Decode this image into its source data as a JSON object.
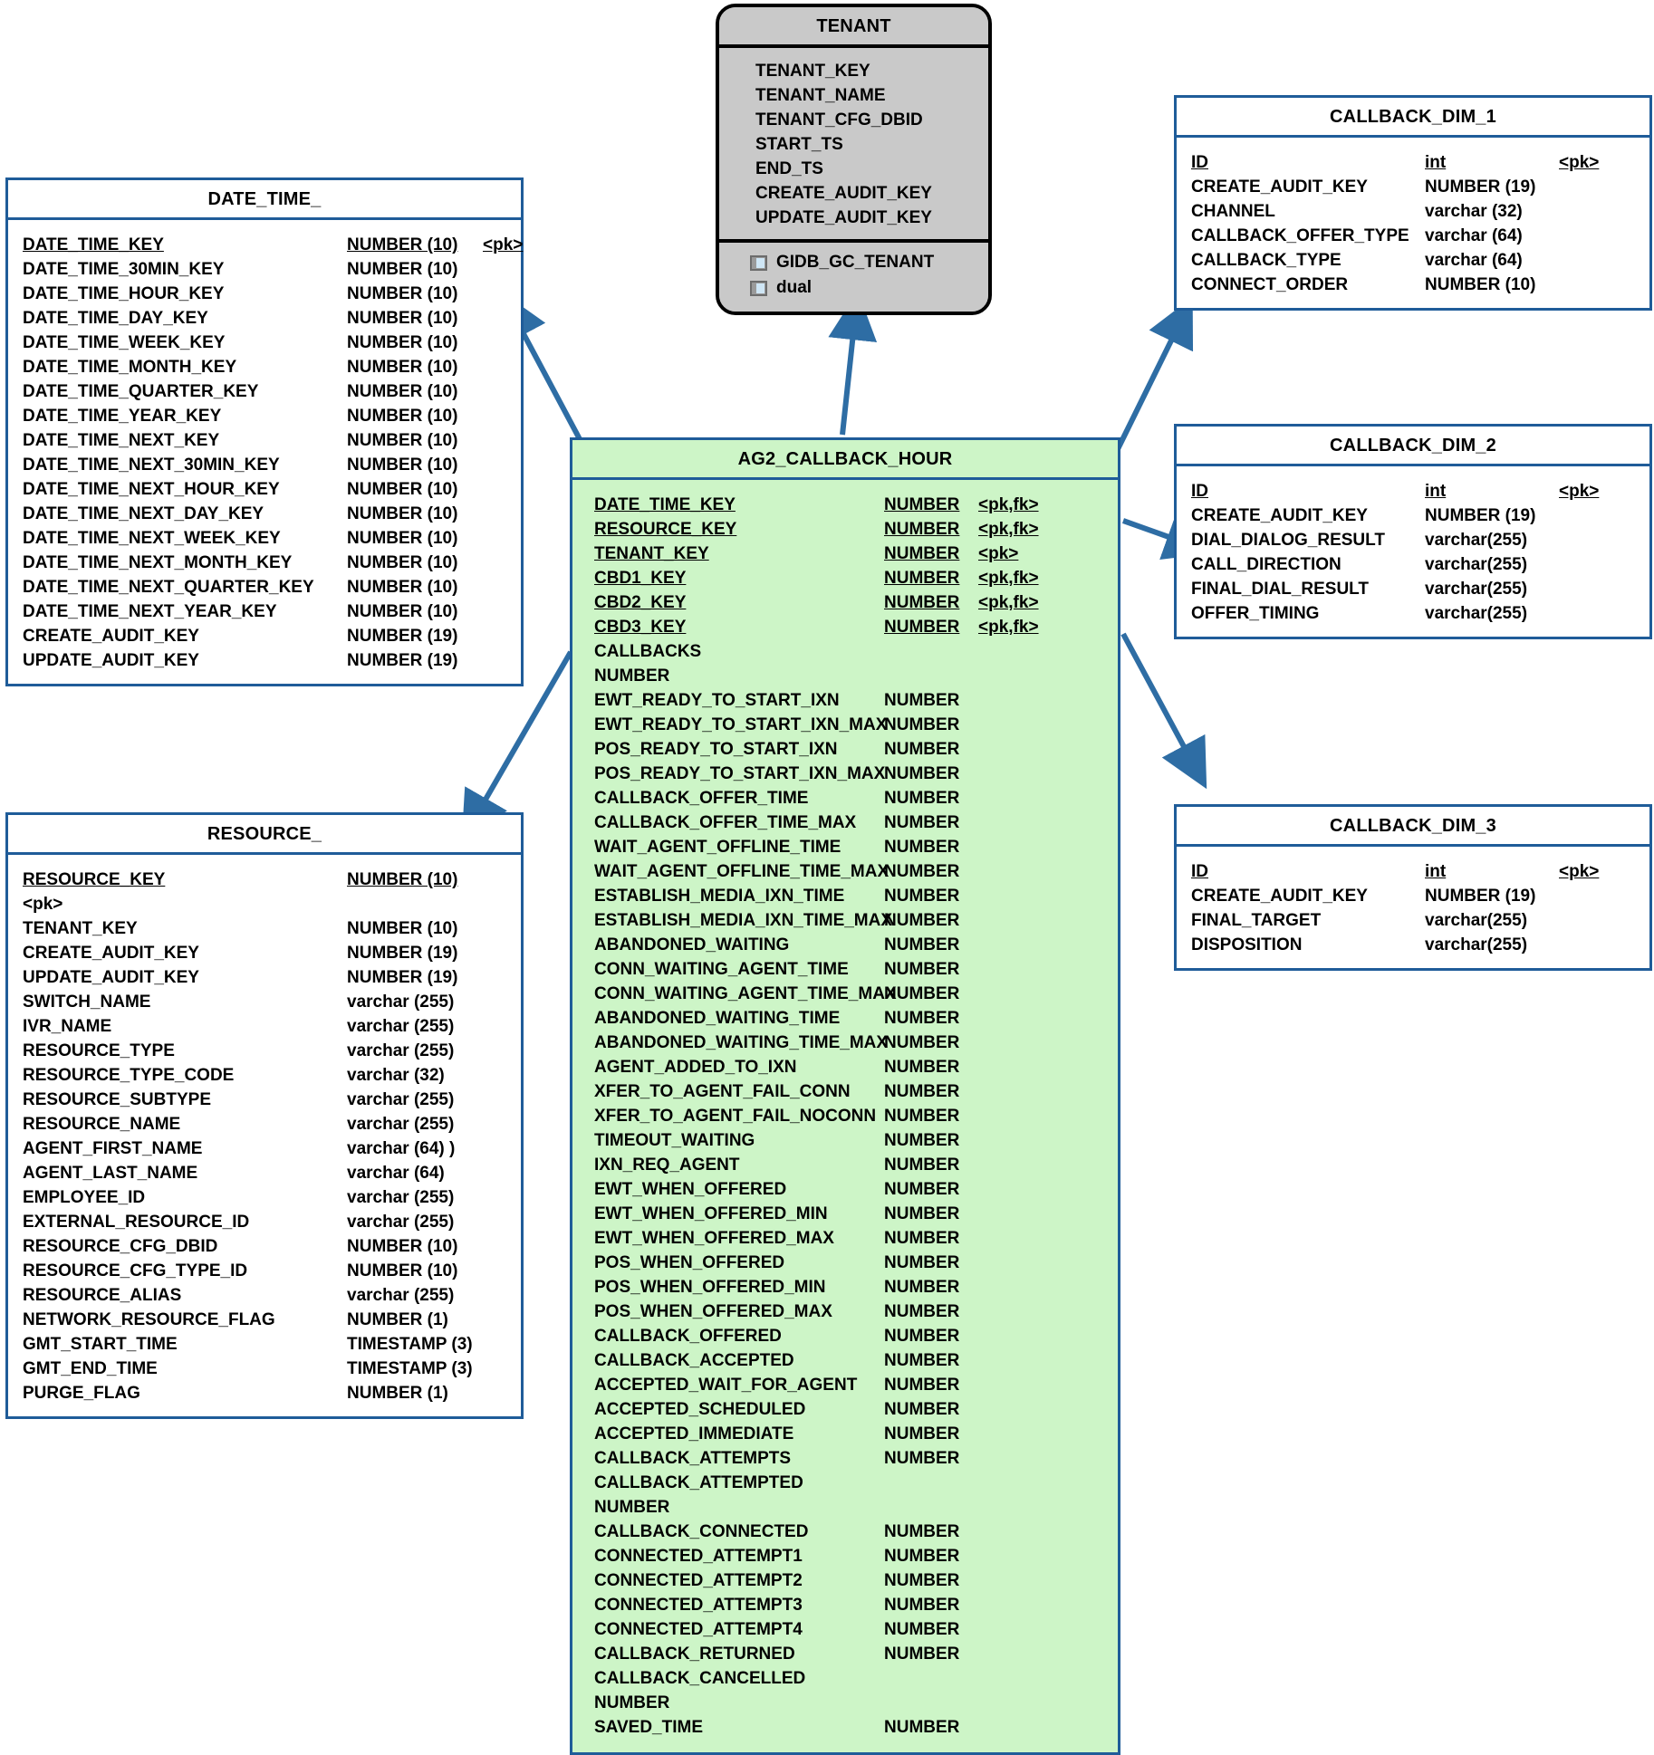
{
  "diagram": {
    "title": "AG2_CALLBACK_HOUR star schema",
    "colors": {
      "entity_border": "#1F5C99",
      "fact_fill": "#CDF5C7",
      "tenant_fill": "#C9C9C9",
      "link_stroke": "#2E6DA4",
      "background": "#FFFFFF"
    }
  },
  "entities": {
    "date_time": {
      "name": "DATE_TIME_",
      "columns": [
        {
          "name": "DATE_TIME_KEY",
          "type": "NUMBER (10)",
          "key": "<pk>",
          "pk": true
        },
        {
          "name": "DATE_TIME_30MIN_KEY",
          "type": "NUMBER (10)",
          "key": ""
        },
        {
          "name": "DATE_TIME_HOUR_KEY",
          "type": "NUMBER (10)",
          "key": ""
        },
        {
          "name": "DATE_TIME_DAY_KEY",
          "type": "NUMBER (10)",
          "key": ""
        },
        {
          "name": "DATE_TIME_WEEK_KEY",
          "type": "NUMBER (10)",
          "key": ""
        },
        {
          "name": "DATE_TIME_MONTH_KEY",
          "type": "NUMBER (10)",
          "key": ""
        },
        {
          "name": "DATE_TIME_QUARTER_KEY",
          "type": "NUMBER (10)",
          "key": ""
        },
        {
          "name": "DATE_TIME_YEAR_KEY",
          "type": "NUMBER (10)",
          "key": ""
        },
        {
          "name": "DATE_TIME_NEXT_KEY",
          "type": "NUMBER (10)",
          "key": ""
        },
        {
          "name": "DATE_TIME_NEXT_30MIN_KEY",
          "type": "NUMBER (10)",
          "key": ""
        },
        {
          "name": "DATE_TIME_NEXT_HOUR_KEY",
          "type": "NUMBER (10)",
          "key": ""
        },
        {
          "name": "DATE_TIME_NEXT_DAY_KEY",
          "type": "NUMBER (10)",
          "key": ""
        },
        {
          "name": "DATE_TIME_NEXT_WEEK_KEY",
          "type": "NUMBER (10)",
          "key": ""
        },
        {
          "name": "DATE_TIME_NEXT_MONTH_KEY",
          "type": "NUMBER (10)",
          "key": ""
        },
        {
          "name": "DATE_TIME_NEXT_QUARTER_KEY",
          "type": "NUMBER (10)",
          "key": ""
        },
        {
          "name": "DATE_TIME_NEXT_YEAR_KEY",
          "type": "NUMBER (10)",
          "key": ""
        },
        {
          "name": "CREATE_AUDIT_KEY",
          "type": "NUMBER (19)",
          "key": ""
        },
        {
          "name": "UPDATE_AUDIT_KEY",
          "type": "NUMBER (19)",
          "key": ""
        }
      ]
    },
    "resource": {
      "name": "RESOURCE_",
      "columns": [
        {
          "name": "RESOURCE_KEY",
          "type": "NUMBER (10)",
          "key": "",
          "pk": true
        },
        {
          "name": "<pk>",
          "type": "",
          "key": "",
          "contd": true
        },
        {
          "name": "TENANT_KEY",
          "type": "NUMBER (10)",
          "key": ""
        },
        {
          "name": "CREATE_AUDIT_KEY",
          "type": "NUMBER (19)",
          "key": ""
        },
        {
          "name": "UPDATE_AUDIT_KEY",
          "type": "NUMBER (19)",
          "key": ""
        },
        {
          "name": "SWITCH_NAME",
          "type": "varchar (255)",
          "key": ""
        },
        {
          "name": "IVR_NAME",
          "type": "varchar (255)",
          "key": ""
        },
        {
          "name": "RESOURCE_TYPE",
          "type": "varchar (255)",
          "key": ""
        },
        {
          "name": "RESOURCE_TYPE_CODE",
          "type": "varchar (32)",
          "key": ""
        },
        {
          "name": "RESOURCE_SUBTYPE",
          "type": "varchar (255)",
          "key": ""
        },
        {
          "name": "RESOURCE_NAME",
          "type": "varchar (255)",
          "key": ""
        },
        {
          "name": "AGENT_FIRST_NAME",
          "type": "varchar (64) )",
          "key": ""
        },
        {
          "name": "AGENT_LAST_NAME",
          "type": "varchar (64)",
          "key": ""
        },
        {
          "name": "EMPLOYEE_ID",
          "type": "varchar (255)",
          "key": ""
        },
        {
          "name": "EXTERNAL_RESOURCE_ID",
          "type": "varchar (255)",
          "key": ""
        },
        {
          "name": "RESOURCE_CFG_DBID",
          "type": "NUMBER (10)",
          "key": ""
        },
        {
          "name": "RESOURCE_CFG_TYPE_ID",
          "type": "NUMBER (10)",
          "key": ""
        },
        {
          "name": "RESOURCE_ALIAS",
          "type": "varchar (255)",
          "key": ""
        },
        {
          "name": "NETWORK_RESOURCE_FLAG",
          "type": "NUMBER (1)",
          "key": ""
        },
        {
          "name": "GMT_START_TIME",
          "type": "TIMESTAMP (3)",
          "key": ""
        },
        {
          "name": "GMT_END_TIME",
          "type": "TIMESTAMP (3)",
          "key": ""
        },
        {
          "name": "PURGE_FLAG",
          "type": "NUMBER (1)",
          "key": ""
        }
      ]
    },
    "tenant": {
      "name": "TENANT",
      "columns": [
        {
          "name": "TENANT_KEY"
        },
        {
          "name": "TENANT_NAME"
        },
        {
          "name": "TENANT_CFG_DBID"
        },
        {
          "name": "START_TS"
        },
        {
          "name": "END_TS"
        },
        {
          "name": "CREATE_AUDIT_KEY"
        },
        {
          "name": "UPDATE_AUDIT_KEY"
        }
      ],
      "sources": [
        {
          "icon": "table-icon",
          "name": "GIDB_GC_TENANT"
        },
        {
          "icon": "table-icon",
          "name": "dual"
        }
      ]
    },
    "callback_dim_1": {
      "name": "CALLBACK_DIM_1",
      "columns": [
        {
          "name": "ID",
          "type": "int",
          "key": "<pk>",
          "pk": true
        },
        {
          "name": "CREATE_AUDIT_KEY",
          "type": "NUMBER (19)",
          "key": ""
        },
        {
          "name": "CHANNEL",
          "type": "varchar (32)",
          "key": ""
        },
        {
          "name": "CALLBACK_OFFER_TYPE",
          "type": "varchar (64)",
          "key": ""
        },
        {
          "name": "CALLBACK_TYPE",
          "type": "varchar (64)",
          "key": ""
        },
        {
          "name": "CONNECT_ORDER",
          "type": "NUMBER (10)",
          "key": ""
        }
      ]
    },
    "callback_dim_2": {
      "name": "CALLBACK_DIM_2",
      "columns": [
        {
          "name": "ID",
          "type": "int",
          "key": "<pk>",
          "pk": true
        },
        {
          "name": "CREATE_AUDIT_KEY",
          "type": "NUMBER (19)",
          "key": ""
        },
        {
          "name": "DIAL_DIALOG_RESULT",
          "type": "varchar(255)",
          "key": ""
        },
        {
          "name": "CALL_DIRECTION",
          "type": "varchar(255)",
          "key": ""
        },
        {
          "name": "FINAL_DIAL_RESULT",
          "type": "varchar(255)",
          "key": ""
        },
        {
          "name": "OFFER_TIMING",
          "type": "varchar(255)",
          "key": ""
        }
      ]
    },
    "callback_dim_3": {
      "name": "CALLBACK_DIM_3",
      "columns": [
        {
          "name": "ID",
          "type": "int",
          "key": "<pk>",
          "pk": true
        },
        {
          "name": "CREATE_AUDIT_KEY",
          "type": "NUMBER (19)",
          "key": ""
        },
        {
          "name": "FINAL_TARGET",
          "type": "varchar(255)",
          "key": ""
        },
        {
          "name": "DISPOSITION",
          "type": "varchar(255)",
          "key": ""
        }
      ]
    },
    "ag2_callback_hour": {
      "name": "AG2_CALLBACK_HOUR",
      "columns": [
        {
          "name": "DATE_TIME_KEY",
          "type": "NUMBER",
          "key": "<pk,fk>",
          "pk": true
        },
        {
          "name": "RESOURCE_KEY",
          "type": "NUMBER",
          "key": "<pk,fk>",
          "pk": true
        },
        {
          "name": "TENANT_KEY",
          "type": "NUMBER",
          "key": "<pk>",
          "pk": true
        },
        {
          "name": "CBD1_KEY",
          "type": "NUMBER",
          "key": "<pk,fk>",
          "pk": true
        },
        {
          "name": "CBD2_KEY",
          "type": "NUMBER",
          "key": "<pk,fk>",
          "pk": true
        },
        {
          "name": "CBD3_KEY",
          "type": "NUMBER",
          "key": "<pk,fk>",
          "pk": true
        },
        {
          "name": "CALLBACKS",
          "type": "",
          "key": ""
        },
        {
          "name": "NUMBER",
          "type": "",
          "key": "",
          "contd": true
        },
        {
          "name": "EWT_READY_TO_START_IXN",
          "type": "NUMBER",
          "key": ""
        },
        {
          "name": "EWT_READY_TO_START_IXN_MAX",
          "type": "NUMBER",
          "key": ""
        },
        {
          "name": "POS_READY_TO_START_IXN",
          "type": "NUMBER",
          "key": ""
        },
        {
          "name": "POS_READY_TO_START_IXN_MAX",
          "type": "NUMBER",
          "key": ""
        },
        {
          "name": "CALLBACK_OFFER_TIME",
          "type": "NUMBER",
          "key": ""
        },
        {
          "name": "CALLBACK_OFFER_TIME_MAX",
          "type": "NUMBER",
          "key": ""
        },
        {
          "name": "WAIT_AGENT_OFFLINE_TIME",
          "type": "NUMBER",
          "key": ""
        },
        {
          "name": "WAIT_AGENT_OFFLINE_TIME_MAX",
          "type": "NUMBER",
          "key": ""
        },
        {
          "name": "ESTABLISH_MEDIA_IXN_TIME",
          "type": "NUMBER",
          "key": ""
        },
        {
          "name": "ESTABLISH_MEDIA_IXN_TIME_MAX",
          "type": "NUMBER",
          "key": ""
        },
        {
          "name": "ABANDONED_WAITING",
          "type": "NUMBER",
          "key": ""
        },
        {
          "name": "CONN_WAITING_AGENT_TIME",
          "type": "NUMBER",
          "key": ""
        },
        {
          "name": "CONN_WAITING_AGENT_TIME_MAX",
          "type": "NUMBER",
          "key": ""
        },
        {
          "name": "ABANDONED_WAITING_TIME",
          "type": "NUMBER",
          "key": ""
        },
        {
          "name": "ABANDONED_WAITING_TIME_MAX",
          "type": "NUMBER",
          "key": ""
        },
        {
          "name": "AGENT_ADDED_TO_IXN",
          "type": "NUMBER",
          "key": ""
        },
        {
          "name": "XFER_TO_AGENT_FAIL_CONN",
          "type": "NUMBER",
          "key": ""
        },
        {
          "name": "XFER_TO_AGENT_FAIL_NOCONN",
          "type": "NUMBER",
          "key": ""
        },
        {
          "name": "TIMEOUT_WAITING",
          "type": "NUMBER",
          "key": ""
        },
        {
          "name": "IXN_REQ_AGENT",
          "type": "NUMBER",
          "key": ""
        },
        {
          "name": "EWT_WHEN_OFFERED",
          "type": "NUMBER",
          "key": ""
        },
        {
          "name": "EWT_WHEN_OFFERED_MIN",
          "type": "NUMBER",
          "key": ""
        },
        {
          "name": "EWT_WHEN_OFFERED_MAX",
          "type": "NUMBER",
          "key": ""
        },
        {
          "name": "POS_WHEN_OFFERED",
          "type": "NUMBER",
          "key": ""
        },
        {
          "name": "POS_WHEN_OFFERED_MIN",
          "type": "NUMBER",
          "key": ""
        },
        {
          "name": "POS_WHEN_OFFERED_MAX",
          "type": "NUMBER",
          "key": ""
        },
        {
          "name": "CALLBACK_OFFERED",
          "type": "NUMBER",
          "key": ""
        },
        {
          "name": "CALLBACK_ACCEPTED",
          "type": "NUMBER",
          "key": ""
        },
        {
          "name": "ACCEPTED_WAIT_FOR_AGENT",
          "type": "NUMBER",
          "key": ""
        },
        {
          "name": "ACCEPTED_SCHEDULED",
          "type": "NUMBER",
          "key": ""
        },
        {
          "name": "ACCEPTED_IMMEDIATE",
          "type": "NUMBER",
          "key": ""
        },
        {
          "name": "CALLBACK_ATTEMPTS",
          "type": "NUMBER",
          "key": ""
        },
        {
          "name": "CALLBACK_ATTEMPTED",
          "type": "",
          "key": ""
        },
        {
          "name": "NUMBER",
          "type": "",
          "key": "",
          "contd": true
        },
        {
          "name": "CALLBACK_CONNECTED",
          "type": "NUMBER",
          "key": ""
        },
        {
          "name": "CONNECTED_ATTEMPT1",
          "type": "NUMBER",
          "key": ""
        },
        {
          "name": "CONNECTED_ATTEMPT2",
          "type": "NUMBER",
          "key": ""
        },
        {
          "name": "CONNECTED_ATTEMPT3",
          "type": "NUMBER",
          "key": ""
        },
        {
          "name": "CONNECTED_ATTEMPT4",
          "type": "NUMBER",
          "key": ""
        },
        {
          "name": "CALLBACK_RETURNED",
          "type": "NUMBER",
          "key": ""
        },
        {
          "name": "CALLBACK_CANCELLED",
          "type": "",
          "key": ""
        },
        {
          "name": "NUMBER",
          "type": "",
          "key": "",
          "contd": true
        },
        {
          "name": "SAVED_TIME",
          "type": "NUMBER",
          "key": ""
        }
      ]
    }
  },
  "relationships": [
    {
      "from": "ag2_callback_hour",
      "to": "date_time",
      "label": ""
    },
    {
      "from": "ag2_callback_hour",
      "to": "resource",
      "label": ""
    },
    {
      "from": "ag2_callback_hour",
      "to": "tenant",
      "label": ""
    },
    {
      "from": "ag2_callback_hour",
      "to": "callback_dim_1",
      "label": ""
    },
    {
      "from": "ag2_callback_hour",
      "to": "callback_dim_2",
      "label": ""
    },
    {
      "from": "ag2_callback_hour",
      "to": "callback_dim_3",
      "label": ""
    }
  ]
}
